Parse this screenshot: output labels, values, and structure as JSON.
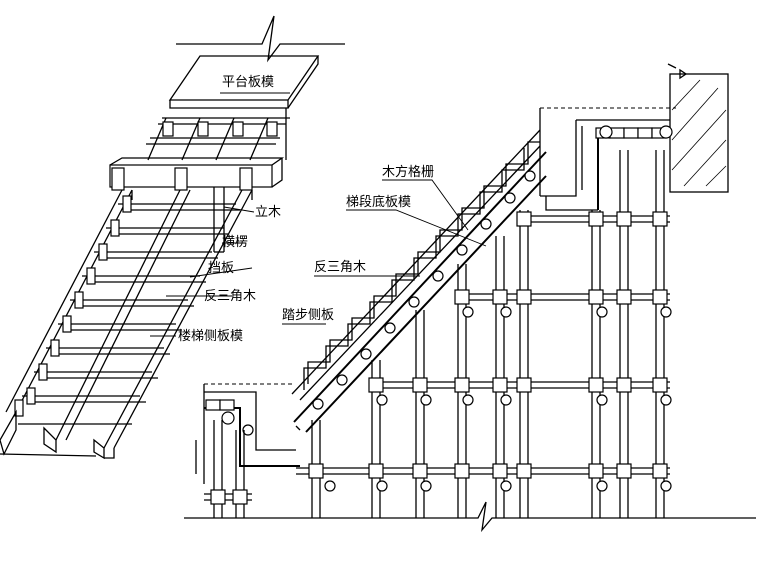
{
  "labels": {
    "platform_slab_form": "平台板模",
    "vertical_post": "立木",
    "joist": "横楞",
    "stop_board": "挡板",
    "reverse_triangle_left": "反三角木",
    "stair_side_form": "楼梯侧板模",
    "timber_grid": "木方格栅",
    "flight_bottom_form": "梯段底板模",
    "reverse_triangle_right": "反三角木",
    "tread_side_board": "踏步侧板"
  }
}
